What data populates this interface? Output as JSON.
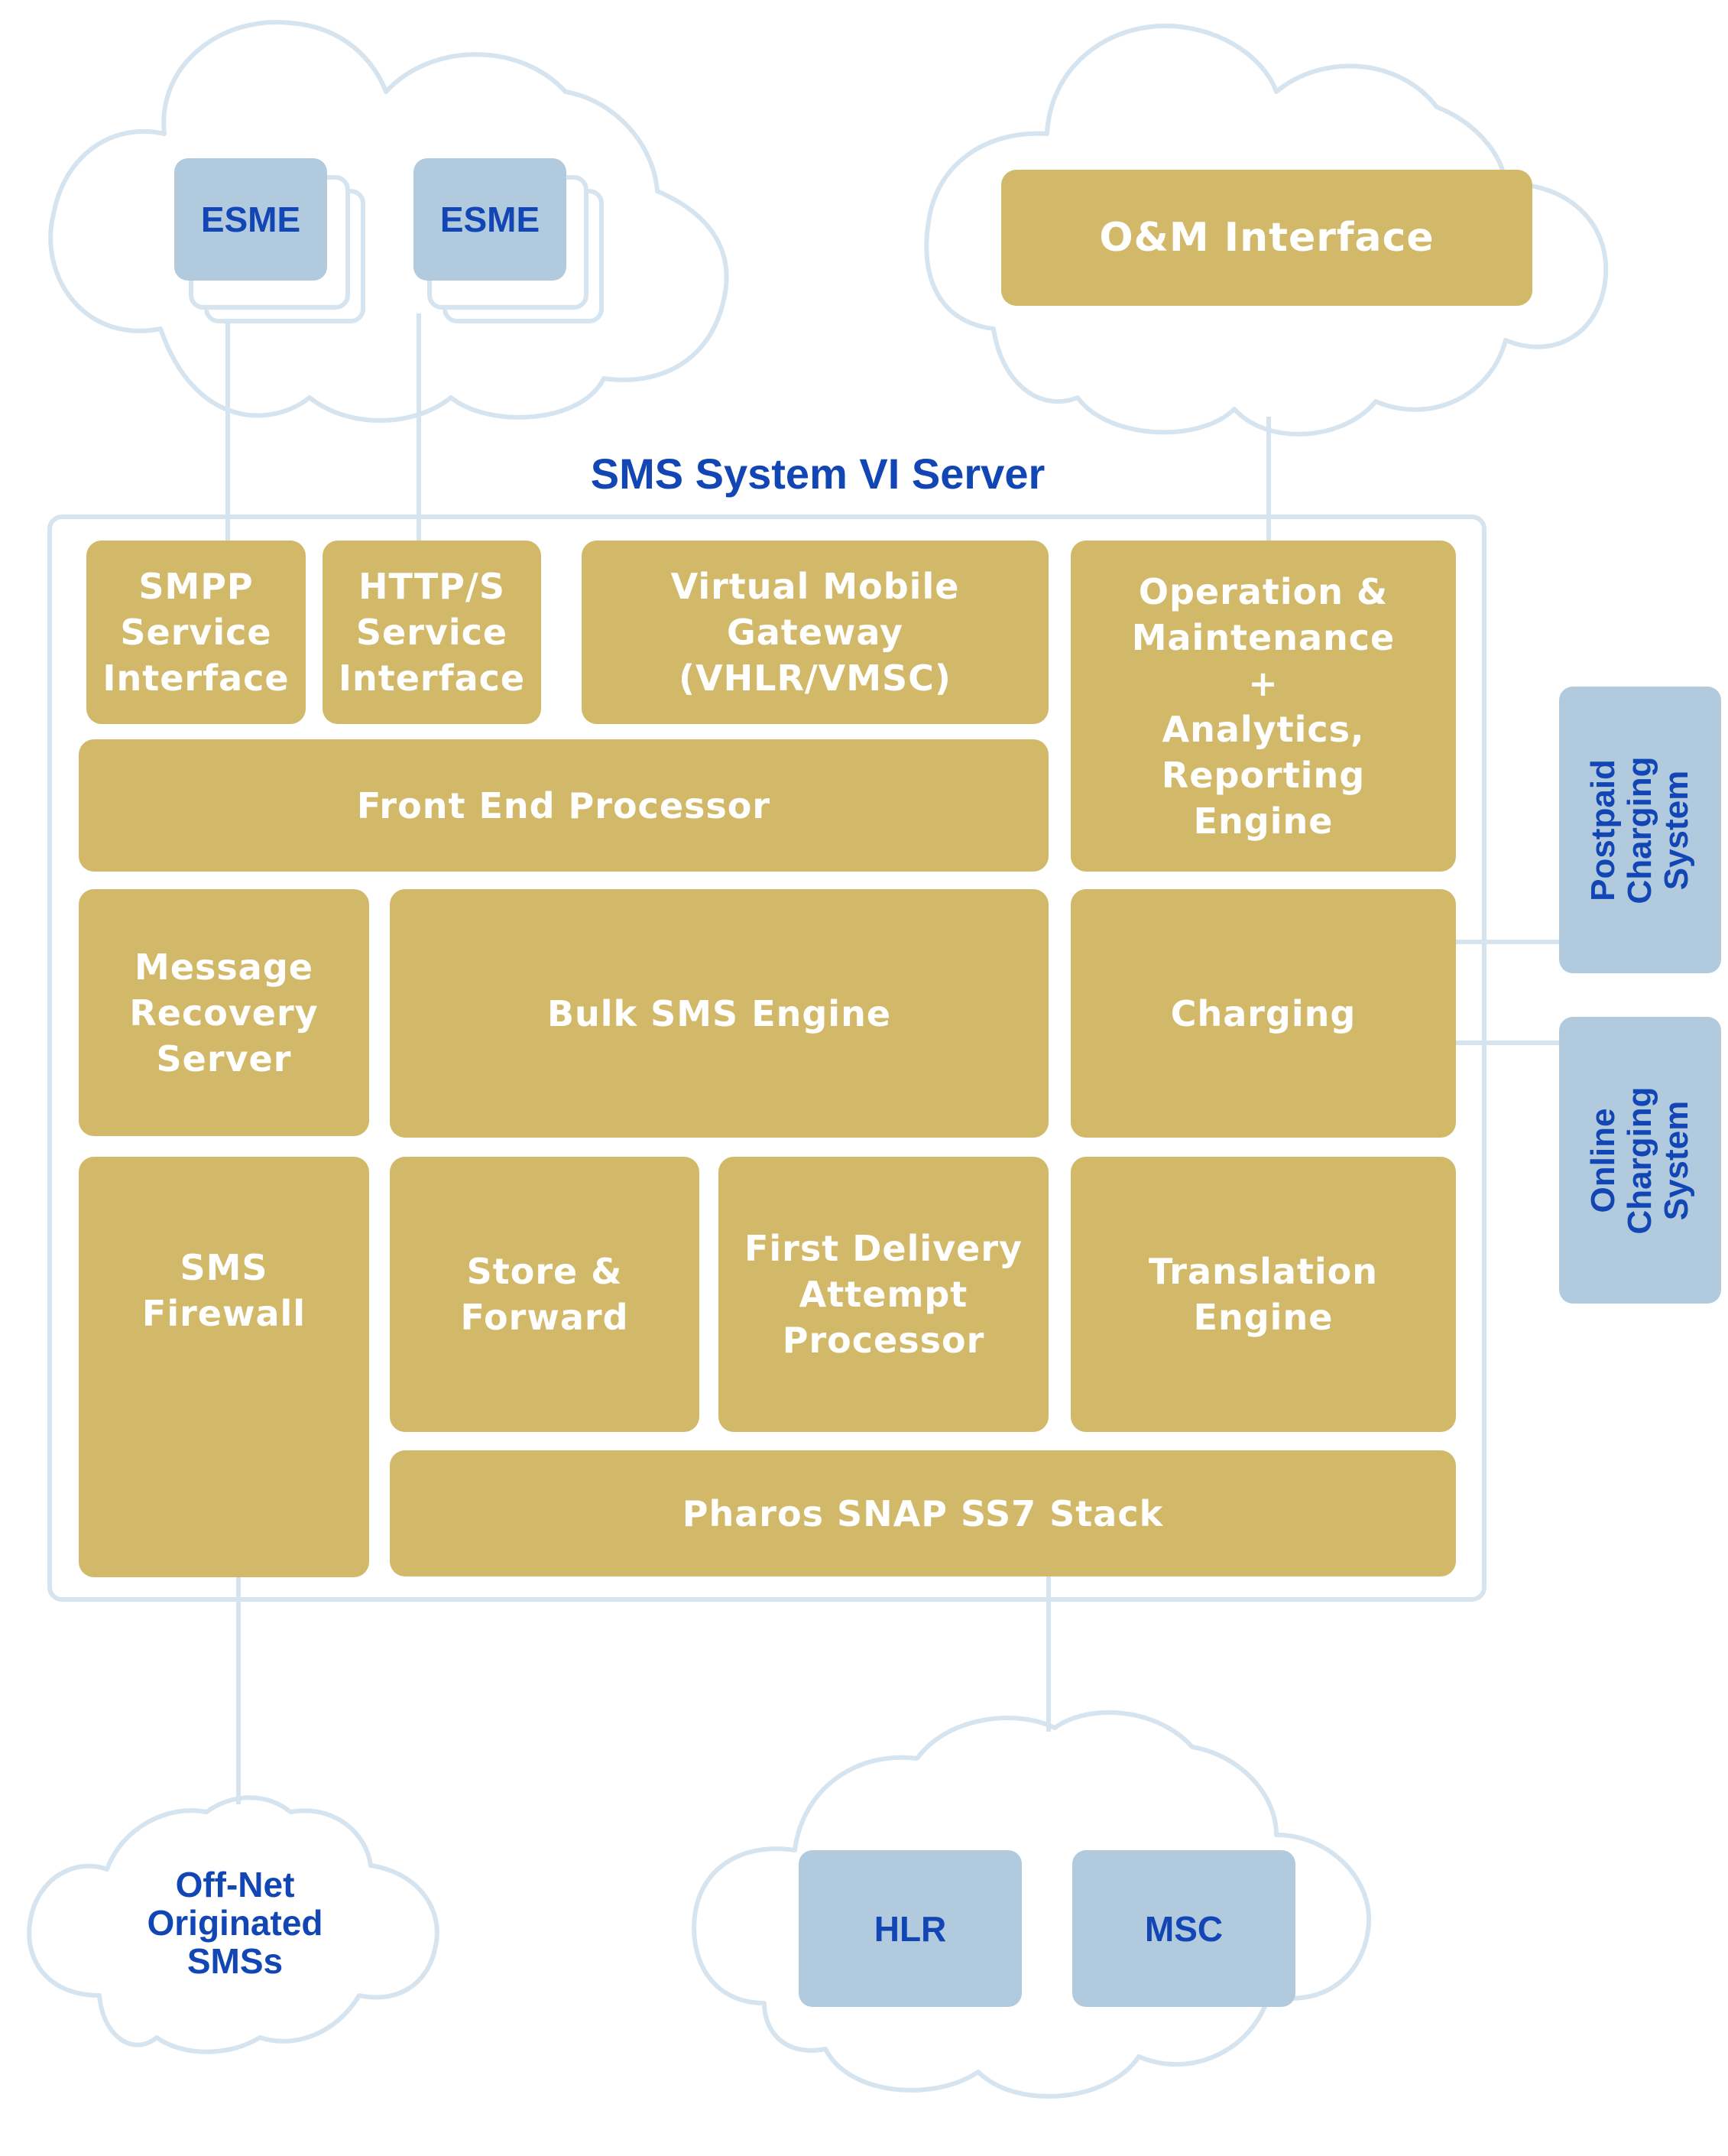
{
  "title": "SMS System VI Server",
  "clouds": {
    "top_left": {
      "esme_1": "ESME",
      "esme_2": "ESME"
    },
    "top_right": {
      "om_interface": "O&M Interface"
    },
    "bottom_left": {
      "label": "Off-Net\nOriginated\nSMSs"
    },
    "bottom_center": {
      "hlr": "HLR",
      "msc": "MSC"
    }
  },
  "server": {
    "smpp": "SMPP\nService\nInterface",
    "https": "HTTP/S\nService\nInterface",
    "vmg": "Virtual Mobile\nGateway\n(VHLR/VMSC)",
    "oam": "Operation &\nMaintenance\n+\nAnalytics,\nReporting\nEngine",
    "fep": "Front End Processor",
    "mrs": "Message\nRecovery\nServer",
    "bulk": "Bulk SMS Engine",
    "charging": "Charging",
    "firewall": "SMS\nFirewall",
    "store_forward": "Store &\nForward",
    "fdap": "First Delivery\nAttempt\nProcessor",
    "translation": "Translation\nEngine",
    "ss7": "Pharos SNAP SS7 Stack"
  },
  "external": {
    "postpaid": "Postpaid\nCharging\nSystem",
    "online": "Online\nCharging\nSystem"
  },
  "colors": {
    "component": "#d2b96a",
    "external_node": "#b1cade",
    "title_text": "#1246b4",
    "cloud_stroke": "#d6e4ef",
    "connector": "#d6e4ef"
  }
}
